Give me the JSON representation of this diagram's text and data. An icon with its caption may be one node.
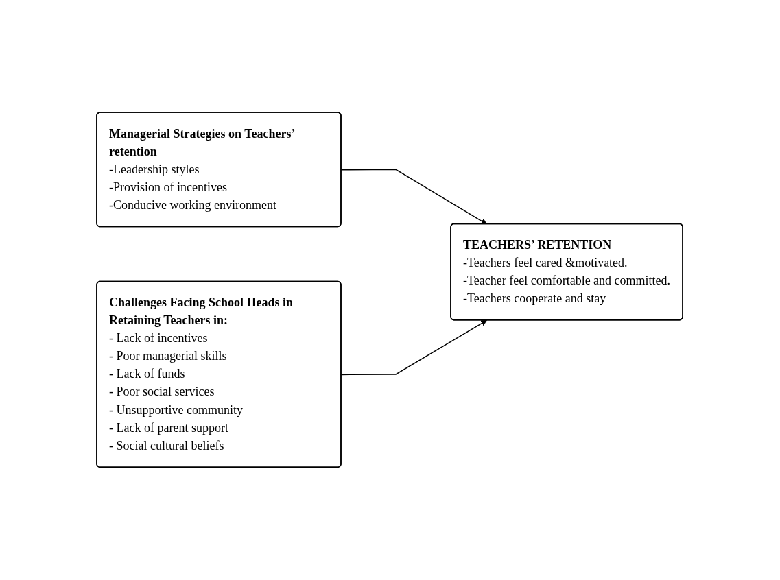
{
  "diagram": {
    "nodes": [
      {
        "text": [
          "Managerial Strategies on Teachers’ retention",
          "-Leadership styles",
          "-Provision of incentives",
          "-Conducive working environment"
        ]
      },
      {
        "text": [
          "Challenges Facing School Heads in Retaining Teachers in:",
          "- Lack of incentives",
          "- Poor managerial skills",
          "- Lack of funds",
          "- Poor social services",
          "- Unsupportive community",
          "- Lack of parent support",
          "- Social cultural beliefs"
        ]
      },
      {
        "text": [
          "TEACHERS’ RETENTION",
          "-Teachers feel cared &motivated.",
          "-Teacher feel comfortable and committed.",
          "-Teachers cooperate and stay"
        ]
      }
    ],
    "edges": [
      {
        "from": 0,
        "to": 2,
        "arrow": "to"
      },
      {
        "from": 1,
        "to": 2,
        "arrow": "to"
      }
    ]
  }
}
